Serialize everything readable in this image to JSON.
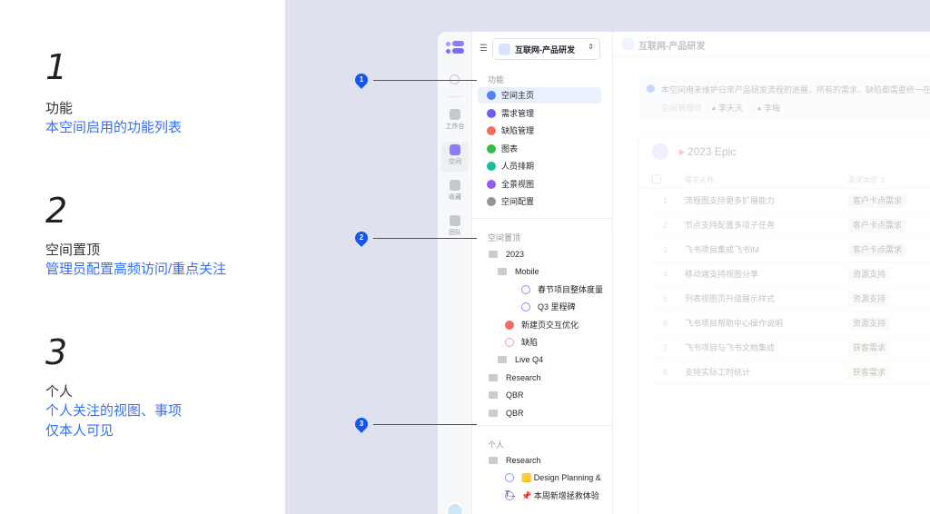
{
  "annotations": [
    {
      "num": "1",
      "title": "功能",
      "desc": [
        "本空间启用的功能列表"
      ]
    },
    {
      "num": "2",
      "title": "空间置顶",
      "desc": [
        "管理员配置高频访问/重点关注"
      ]
    },
    {
      "num": "3",
      "title": "个人",
      "desc": [
        "个人关注的视图、事项",
        "仅本人可见"
      ]
    }
  ],
  "rail": [
    {
      "label": "工作台"
    },
    {
      "label": "空间"
    },
    {
      "label": "收藏"
    },
    {
      "label": "团队"
    }
  ],
  "space_selector": {
    "name": "互联网-产品研发"
  },
  "features": {
    "header": "功能",
    "items": [
      {
        "label": "空间主页",
        "color": "#4e83fd"
      },
      {
        "label": "需求管理",
        "color": "#6f5ef9"
      },
      {
        "label": "缺陷管理",
        "color": "#f76964"
      },
      {
        "label": "图表",
        "color": "#35bd4b"
      },
      {
        "label": "人员排期",
        "color": "#14c0a0"
      },
      {
        "label": "全景视图",
        "color": "#935af6"
      },
      {
        "label": "空间配置",
        "color": "#8f959e"
      }
    ]
  },
  "pinned": {
    "header": "空间置顶",
    "items": [
      {
        "label": "2023",
        "type": "folder",
        "level": 0
      },
      {
        "label": "Mobile",
        "type": "folder",
        "level": 1
      },
      {
        "label": "春节项目整体度量",
        "type": "doc",
        "level": 2
      },
      {
        "label": "Q3 里程碑",
        "type": "doc",
        "level": 2
      },
      {
        "label": "新建页交互优化",
        "type": "bug",
        "level": 1
      },
      {
        "label": "缺陷",
        "type": "bugdoc",
        "level": 1
      },
      {
        "label": "Live Q4",
        "type": "folder",
        "level": 1
      },
      {
        "label": "Research",
        "type": "folder",
        "level": 0
      },
      {
        "label": "QBR",
        "type": "folder",
        "level": 0
      },
      {
        "label": "QBR",
        "type": "folder",
        "level": 0
      }
    ]
  },
  "personal": {
    "header": "个人",
    "items": [
      {
        "label": "Research",
        "type": "folder",
        "level": 0
      },
      {
        "label": "🟨 Design Planning & T...",
        "type": "doc",
        "level": 1
      },
      {
        "label": "📌 本周新增拯救体验",
        "type": "doc",
        "level": 1
      }
    ]
  },
  "main": {
    "title": "互联网-产品研发",
    "info": "本空间用来维护日常产品研发流程的进展，所有的需求、缺陷都需要统一在该",
    "admins_label": "空间管理员",
    "admins": [
      "李天天",
      "李梅"
    ],
    "epic": "2023 Epic",
    "columns": [
      "需求名称",
      "需求类型 ⇕"
    ],
    "rows": [
      {
        "n": "1",
        "name": "流程图支持更多扩展能力",
        "type": "客户卡点需求"
      },
      {
        "n": "2",
        "name": "节点支持配置多项子任务",
        "type": "客户卡点需求"
      },
      {
        "n": "3",
        "name": "飞书项目集成飞书IM",
        "type": "客户卡点需求"
      },
      {
        "n": "4",
        "name": "移动端支持视图分享",
        "type": "资源支持"
      },
      {
        "n": "5",
        "name": "列表视图页升级展示样式",
        "type": "资源支持"
      },
      {
        "n": "6",
        "name": "飞书项目帮助中心操作说明",
        "type": "资源支持"
      },
      {
        "n": "7",
        "name": "飞书项目与飞书文档集成",
        "type": "获客需求"
      },
      {
        "n": "8",
        "name": "支持实际工时统计",
        "type": "获客需求"
      }
    ]
  }
}
